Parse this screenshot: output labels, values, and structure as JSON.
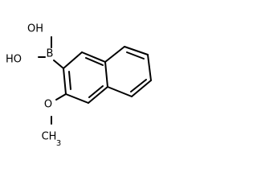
{
  "molecule": {
    "labels": {
      "boron": "B",
      "hydroxyl_top": "OH",
      "hydroxyl_left": "HO",
      "oxygen": "O",
      "methyl": "CH",
      "methyl_subscript": "3"
    },
    "colors": {
      "bond": "#000000",
      "label": "#000000",
      "background": "#ffffff"
    }
  }
}
